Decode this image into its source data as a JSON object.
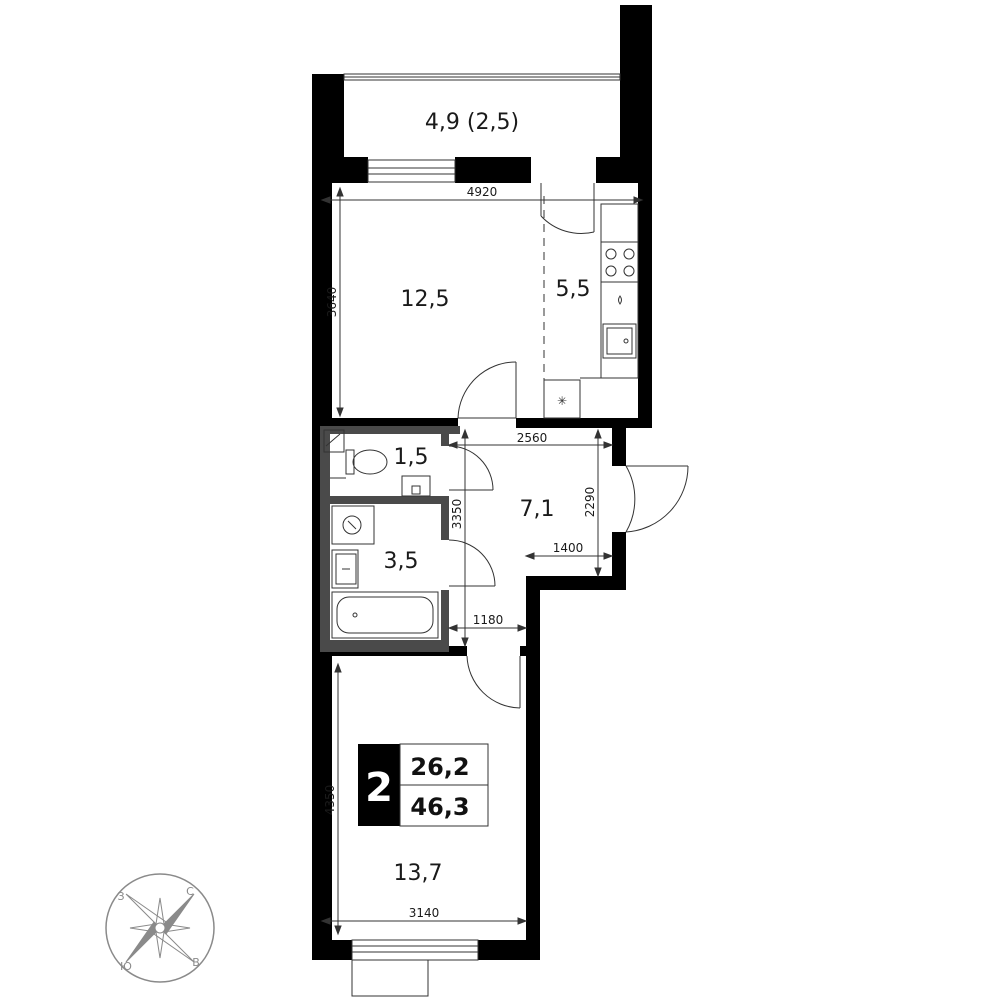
{
  "rooms": {
    "balcony": "4,9 (2,5)",
    "living": "12,5",
    "kitchen": "5,5",
    "toilet": "1,5",
    "bathroom": "3,5",
    "hall": "7,1",
    "bedroom": "13,7"
  },
  "dimensions": {
    "living_width": "4920",
    "living_height": "3640",
    "hall_width": "2560",
    "hall_height_right": "2290",
    "hall_height_left": "3350",
    "hall_lower_width": "1400",
    "corridor_width": "1180",
    "bedroom_height": "4350",
    "bedroom_width": "3140"
  },
  "summary": {
    "room_count": "2",
    "living_area": "26,2",
    "total_area": "46,3"
  },
  "compass": {
    "west": "З",
    "north": "С",
    "south": "Ю",
    "east": "В"
  },
  "colors": {
    "wall": "#000000",
    "partition": "#4a4a4a",
    "line": "#333333",
    "compass": "#8a8a8a"
  }
}
